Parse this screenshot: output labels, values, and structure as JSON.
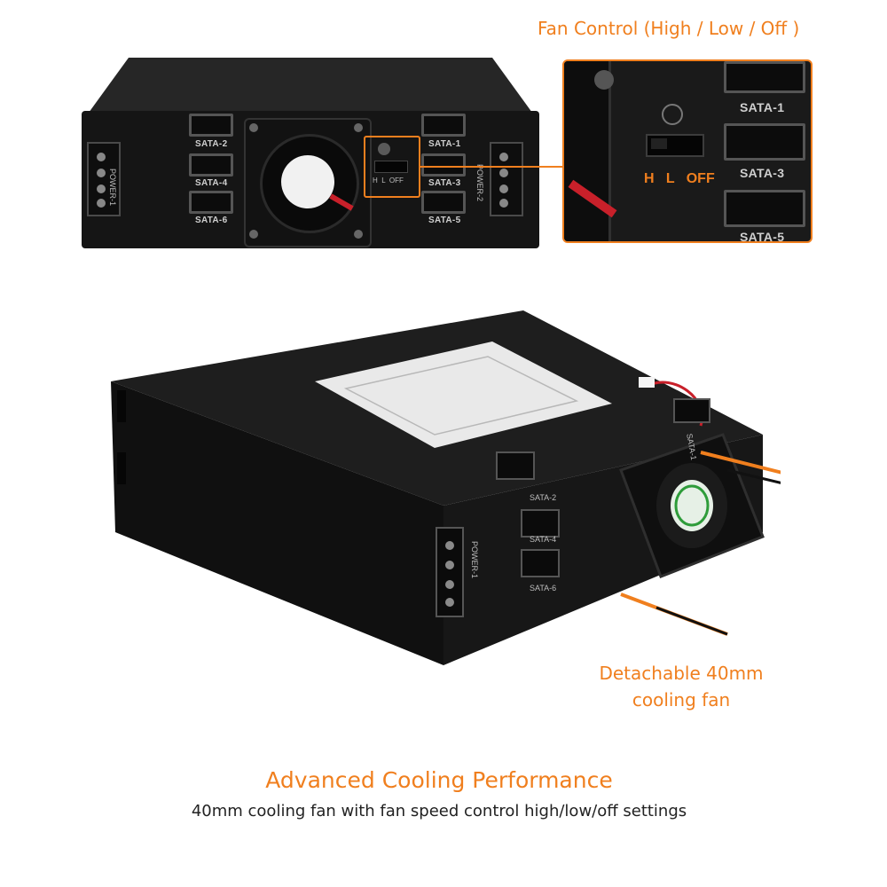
{
  "callouts": {
    "fan_control": "Fan Control (High / Low / Off )",
    "detachable_fan_line1": "Detachable 40mm",
    "detachable_fan_line2": "cooling fan"
  },
  "bottom_text": {
    "title": "Advanced Cooling Performance",
    "subtitle": "40mm cooling fan with fan speed control high/low/off settings"
  },
  "front_panel": {
    "ports": [
      "SATA-1",
      "SATA-2",
      "SATA-3",
      "SATA-4",
      "SATA-5",
      "SATA-6"
    ],
    "power_left": "POWER-1",
    "power_right": "POWER-2",
    "switch_labels": {
      "high": "H",
      "low": "L",
      "off": "OFF"
    }
  },
  "zoom_panel": {
    "ports": [
      "SATA-1",
      "SATA-3",
      "SATA-5"
    ],
    "switch_labels": {
      "high": "H",
      "low": "L",
      "off": "OFF"
    }
  },
  "angled_view": {
    "ports": [
      "SATA-2",
      "SATA-4",
      "SATA-6",
      "SATA-1"
    ],
    "power_label": "POWER-1"
  },
  "colors": {
    "accent": "#f07f1e",
    "chassis": "#141414",
    "port_border": "#555555"
  }
}
